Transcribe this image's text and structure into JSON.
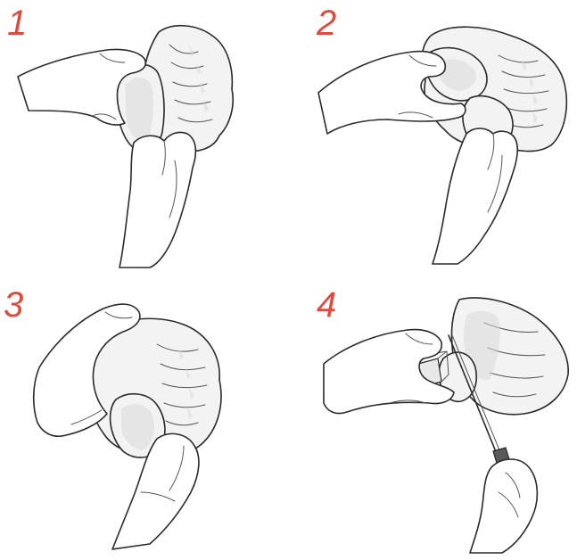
{
  "steps": [
    {
      "number": "1",
      "illustration": "hands-holding-meat-step-1"
    },
    {
      "number": "2",
      "illustration": "hands-holding-meat-step-2"
    },
    {
      "number": "3",
      "illustration": "hands-holding-meat-step-3"
    },
    {
      "number": "4",
      "illustration": "hands-cutting-meat-with-knife-step-4"
    }
  ],
  "colors": {
    "step_number": "#e04a3c",
    "ink": "#2a2a2a",
    "background": "#ffffff"
  }
}
